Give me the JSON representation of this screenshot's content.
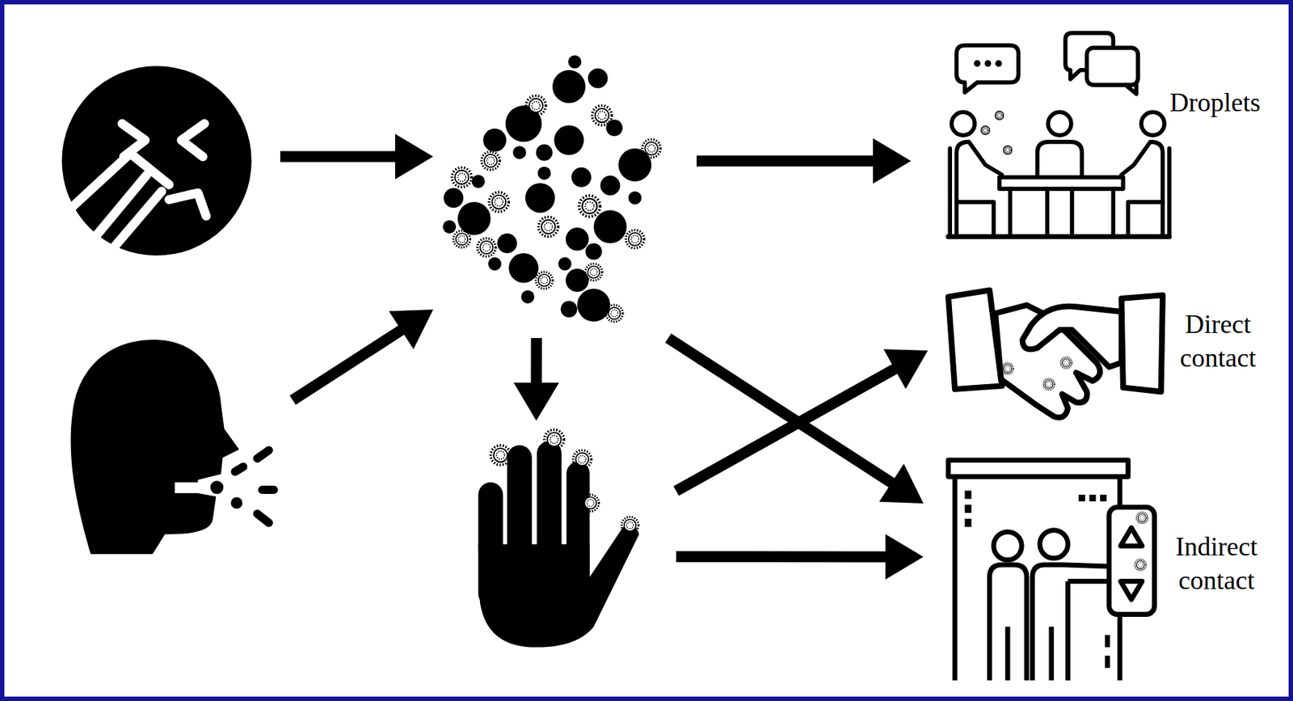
{
  "diagram": {
    "nodes": [
      {
        "text": []
      },
      {
        "text": []
      },
      {
        "text": [
          "Droplets"
        ]
      },
      {
        "text": []
      },
      {
        "text": [
          "Direct contact"
        ]
      },
      {
        "text": []
      },
      {
        "text": [
          "Indirect contact"
        ]
      }
    ],
    "edges": [
      {
        "from": 0,
        "to": 1,
        "arrow": "to"
      },
      {
        "from": 1,
        "to": 2,
        "arrow": "to"
      },
      {
        "from": 3,
        "to": 1,
        "arrow": "to"
      },
      {
        "from": 1,
        "to": 5,
        "arrow": "to"
      },
      {
        "from": 1,
        "to": 6,
        "arrow": "to"
      },
      {
        "from": 5,
        "to": 4,
        "arrow": "to"
      },
      {
        "from": 5,
        "to": 6,
        "arrow": "to"
      }
    ]
  }
}
